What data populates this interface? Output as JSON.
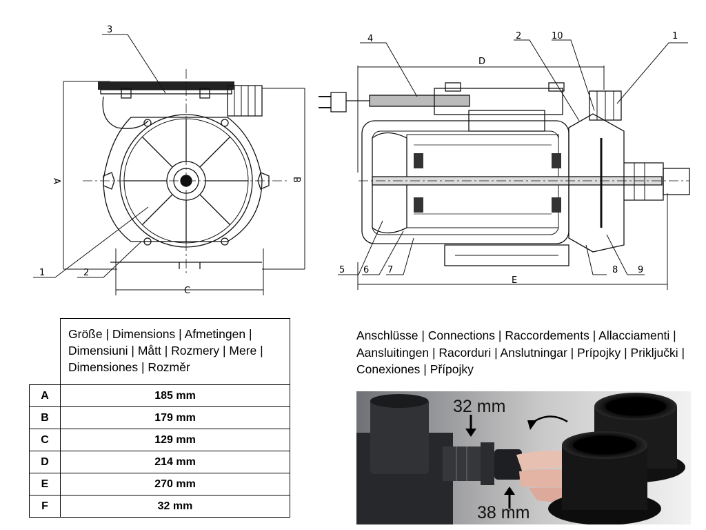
{
  "drawing": {
    "front_labels": [
      "3",
      "1",
      "2",
      "A",
      "B",
      "C"
    ],
    "side_labels": [
      "4",
      "D",
      "2",
      "10",
      "1",
      "5",
      "6",
      "7",
      "E",
      "8",
      "9"
    ]
  },
  "dimensions_table": {
    "header": "Größe | Dimensions | Afmetingen | Dimensiuni | Mått | Rozmery | Mere | Dimensiones | Rozměr",
    "rows": [
      {
        "letter": "A",
        "value": "185 mm"
      },
      {
        "letter": "B",
        "value": "179 mm"
      },
      {
        "letter": "C",
        "value": "129 mm"
      },
      {
        "letter": "D",
        "value": "214 mm"
      },
      {
        "letter": "E",
        "value": "270 mm"
      },
      {
        "letter": "F",
        "value": "32 mm"
      }
    ]
  },
  "connections": {
    "title": "Anschlüsse | Connections | Raccordements | Allacciamenti | Aansluitingen | Racorduri | Anslutningar | Prípojky | Priključki | Conexiones | Přípojky",
    "label_top": "32 mm",
    "label_bottom": "38 mm"
  }
}
